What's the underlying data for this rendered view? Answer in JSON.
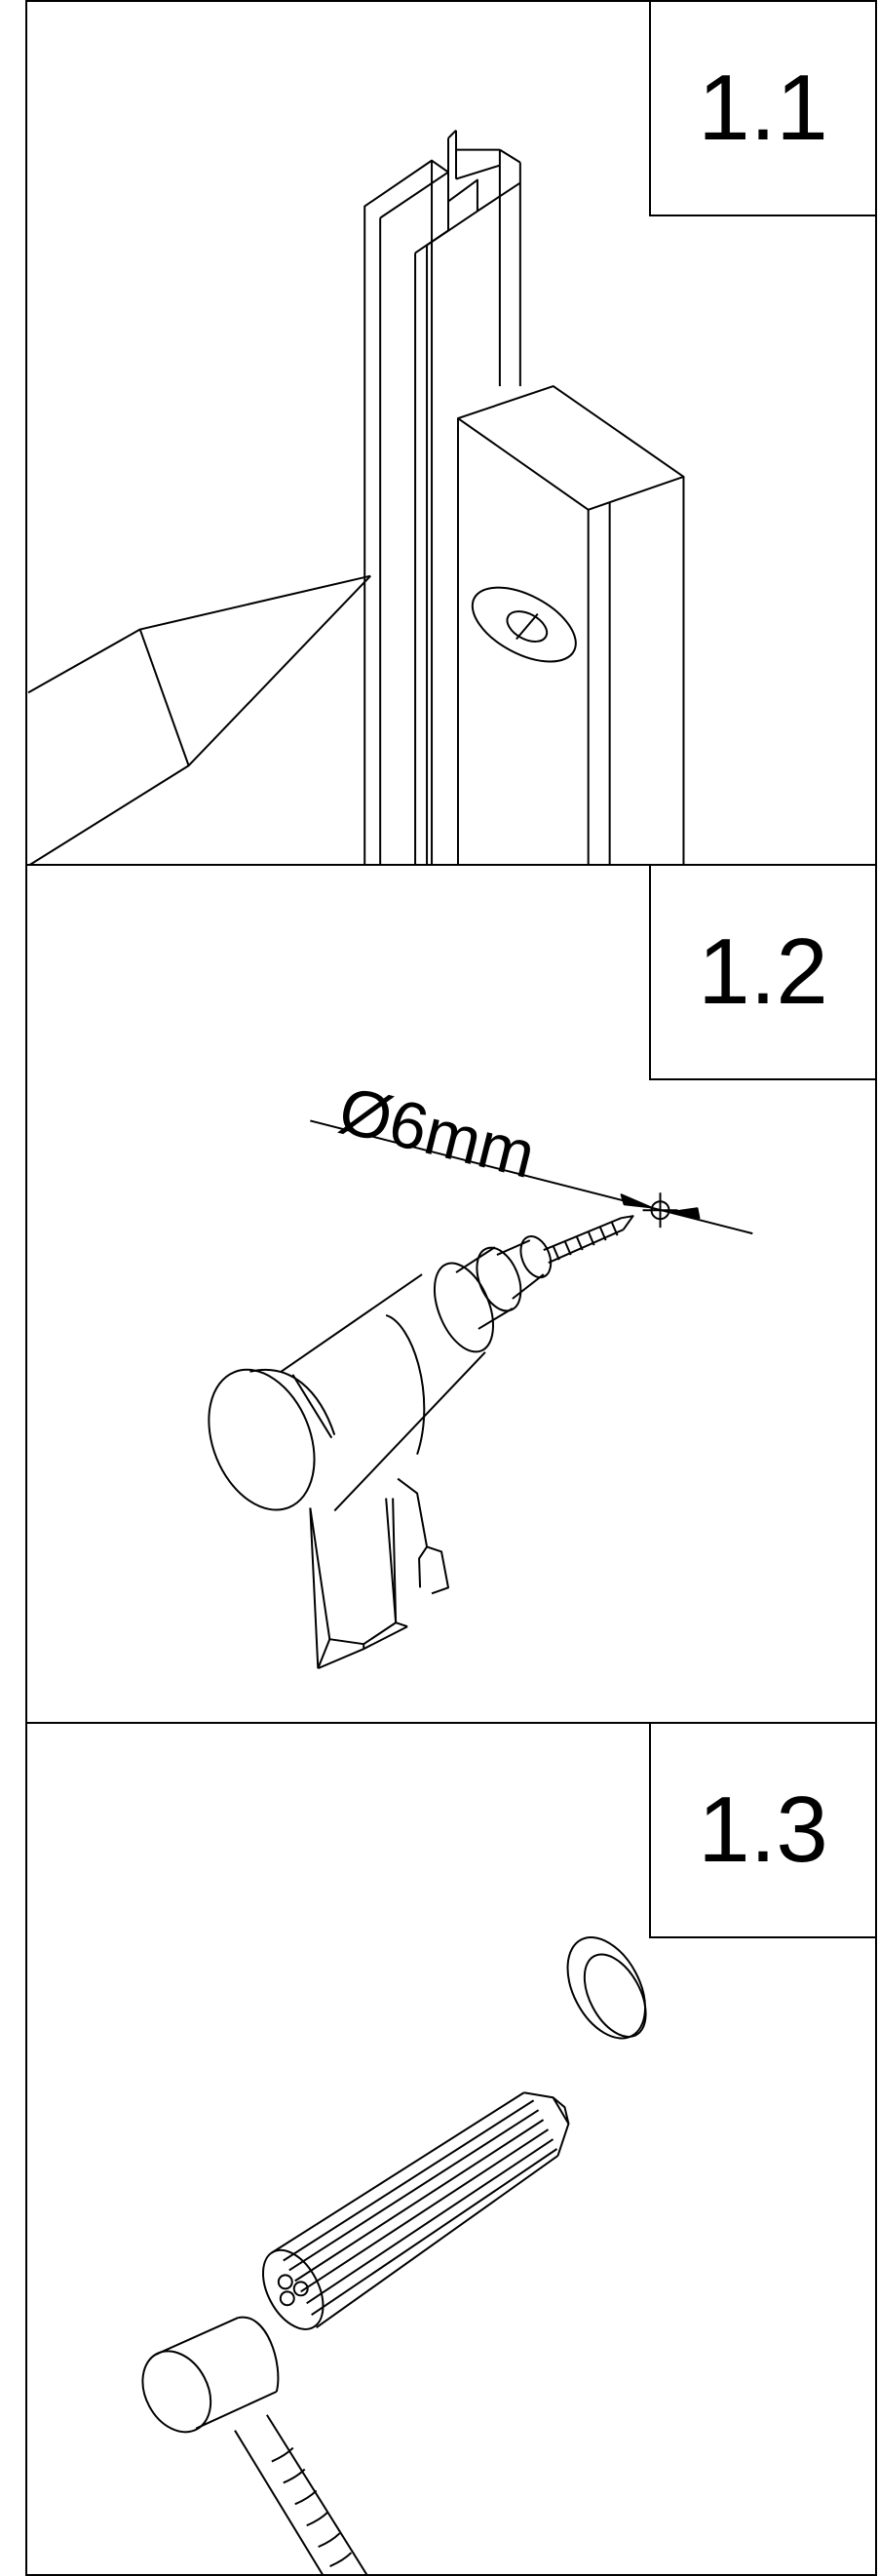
{
  "steps": [
    {
      "label": "1.1"
    },
    {
      "label": "1.2",
      "dimension": "Ø6mm"
    },
    {
      "label": "1.3"
    }
  ]
}
